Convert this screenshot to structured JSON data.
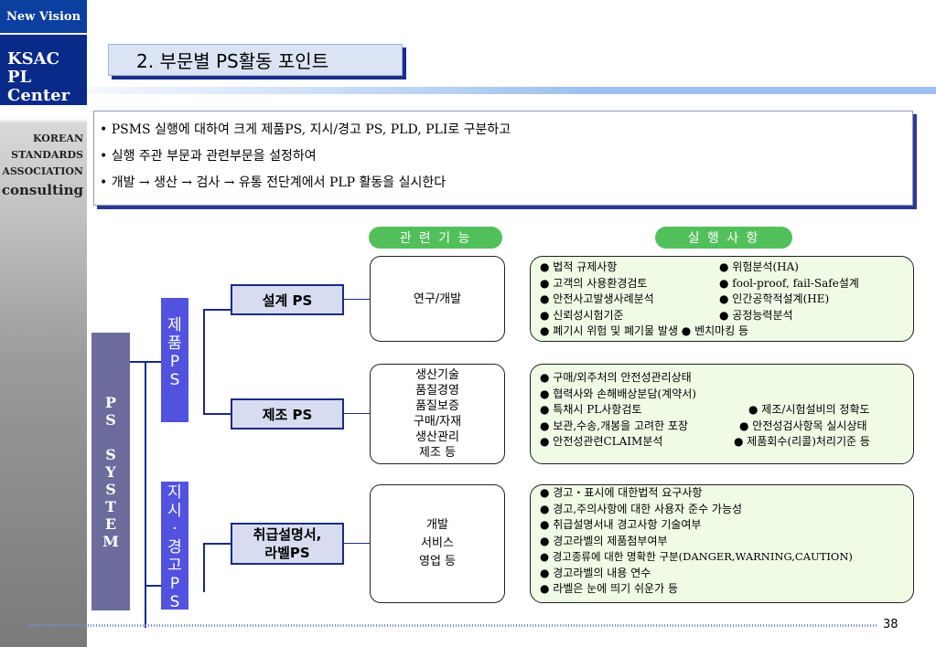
{
  "sidebar": {
    "top_label": "New Vision",
    "brand": [
      "KSAC",
      "PL",
      "Center"
    ],
    "org": [
      "KOREAN",
      "STANDARDS",
      "ASSOCIATION",
      "consulting"
    ]
  },
  "title": "2. 부문별 PS활동 포인트",
  "summary": [
    "• PSMS 실행에 대하여 크게 제품PS, 지시/경고 PS, PLD, PLI로 구분하고",
    "• 실행 주관 부문과 관련부문을 설정하여",
    "• 개발 → 생산 → 검사 → 유통 전단계에서 PLP 활동을 실시한다"
  ],
  "headers": {
    "functions": "관 련 기 능",
    "actions": "실 행 사 항"
  },
  "ps_system": [
    "P",
    "S",
    "",
    "S",
    "Y",
    "S",
    "T",
    "E",
    "M"
  ],
  "tabs": {
    "product": [
      "제",
      "품",
      "P",
      "S"
    ],
    "warning": [
      "지",
      "시",
      "·",
      "경",
      "고",
      "P",
      "S"
    ]
  },
  "ps_boxes": {
    "design": "설계 PS",
    "manufacture": "제조 PS",
    "manual": [
      "취급설명서,",
      "라벨PS"
    ]
  },
  "functions": {
    "design": [
      "연구/개발"
    ],
    "manufacture": [
      "생산기술",
      "품질경영",
      "품질보증",
      "구매/자재",
      "생산관리",
      "제조 등"
    ],
    "manual": [
      "개발",
      "서비스",
      "영업 등"
    ]
  },
  "actions": {
    "design": [
      [
        "● 법적 규제사항",
        "● 위험분석(HA)"
      ],
      [
        "● 고객의 사용환경검토",
        "● fool-proof, fail-Safe설계"
      ],
      [
        "● 안전사고발생사례분석",
        "● 인간공학적설계(HE)"
      ],
      [
        "● 신뢰성시험기준",
        "● 공정능력분석"
      ],
      [
        "● 폐기시 위험 및 폐기물 발생  ● 벤치마킹 등",
        ""
      ]
    ],
    "manufacture": [
      [
        "● 구매/외주처의 안전성관리상태",
        ""
      ],
      [
        "● 협력사와 손해배상분담(계약서)",
        ""
      ],
      [
        "● 특채시 PL사항검토",
        "● 제조/시험설비의 정확도"
      ],
      [
        "● 보관,수송,개봉을 고려한 포장",
        "● 안전성검사항목 실시상태"
      ],
      [
        "● 안전성관련CLAIM분석",
        "● 제품회수(리콜)처리기준 등"
      ]
    ],
    "manual": [
      "● 경고・표시에 대한법적 요구사항",
      "● 경고,주의사항에 대한 사용자 준수 가능성",
      "● 취급설명서내 경고사항 기술여부",
      "● 경고라벨의 제품첨부여부",
      "● 경고종류에 대한 명확한 구분(DANGER,WARNING,CAUTION)",
      "● 경고라벨의 내용 연수",
      "● 라벨은 눈에 띄기 쉬운가 등"
    ]
  },
  "page_number": "38"
}
